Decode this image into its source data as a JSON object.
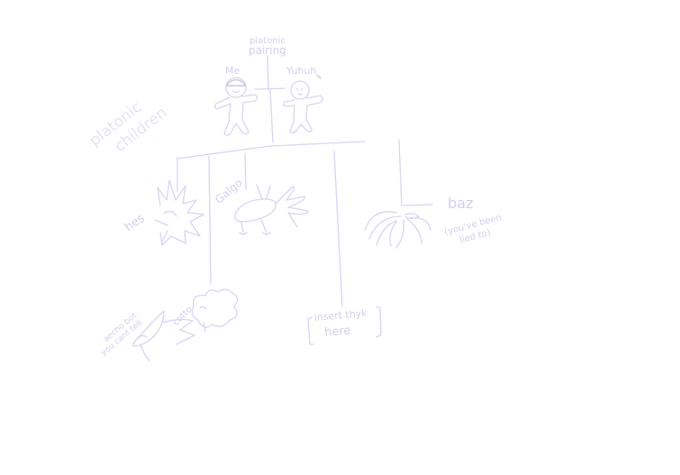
{
  "colors": {
    "ink": "#d6d6f0",
    "hair": "#c9c9ea",
    "background": "#ffffff"
  },
  "labels": {
    "pairing": [
      "platonic",
      "pairing"
    ],
    "me": "Me",
    "partner": "Yuhuh",
    "children_heading": [
      "platonic",
      "children"
    ],
    "child_hes": "hes",
    "child_galgo": "Galgo",
    "child_baz": "baz",
    "baz_note": [
      "(you've been",
      "lied to)"
    ],
    "grandchild_aecho": [
      "aecho but",
      "you cant tell"
    ],
    "grandchild_cotto": "cotto",
    "placeholder": [
      "insert thyk",
      "here"
    ]
  }
}
